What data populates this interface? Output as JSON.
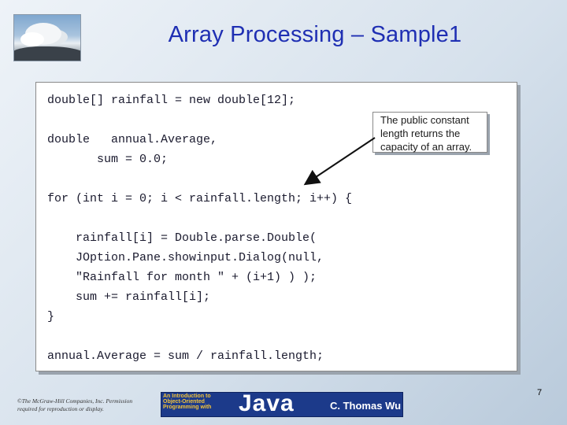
{
  "slide": {
    "title": "Array Processing – Sample1",
    "code_lines": [
      "double[] rainfall = new double[12];",
      "double   annual.Average,",
      "       sum = 0.0;",
      "for (int i = 0; i < rainfall.length; i++) {",
      "    rainfall[i] = Double.parse.Double(",
      "    JOption.Pane.showinput.Dialog(null,",
      "    \"Rainfall for month \" + (i+1) ) );",
      "    sum += rainfall[i];",
      "}",
      "annual.Average = sum / rainfall.length;"
    ],
    "callout_lines": [
      "The public constant",
      "length returns the",
      "capacity of an array."
    ],
    "copyright_lines": [
      "©The McGraw-Hill Companies, Inc. Permission",
      "required for reproduction or display."
    ],
    "book_banner": {
      "subtitle_lines": [
        "An Introduction to",
        "Object-Oriented",
        "Programming with"
      ],
      "language": "Java",
      "author": "C. Thomas Wu"
    },
    "page_number": "7",
    "colors": {
      "title": "#1f2fb3",
      "banner": "#1c3a8a",
      "banner_accent": "#f3c33a"
    }
  }
}
